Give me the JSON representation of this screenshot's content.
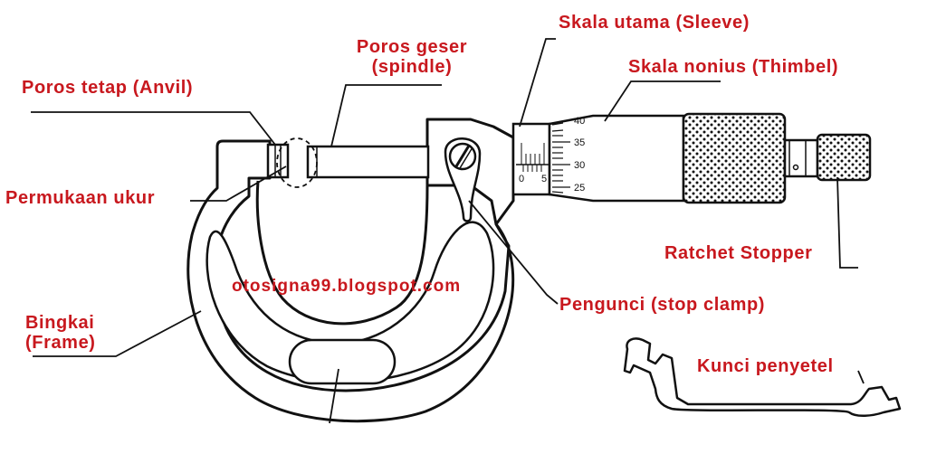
{
  "labels": {
    "anvil": "Poros tetap (Anvil)",
    "spindle_line1": "Poros geser",
    "spindle_line2": "(spindle)",
    "sleeve": "Skala utama (Sleeve)",
    "thimble": "Skala nonius (Thimbel)",
    "measuring_face": "Permukaan ukur",
    "ratchet": "Ratchet Stopper",
    "clamp": "Pengunci (stop clamp)",
    "frame_line1": "Bingkai",
    "frame_line2": "(Frame)",
    "wrench": "Kunci penyetel"
  },
  "watermark": "otosigna99.blogspot.com",
  "scales": {
    "thimble_numbers": [
      "40",
      "35",
      "30",
      "25"
    ],
    "sleeve_numbers": [
      "0",
      "5"
    ]
  },
  "colors": {
    "label": "#c8181e",
    "line": "#111111"
  }
}
